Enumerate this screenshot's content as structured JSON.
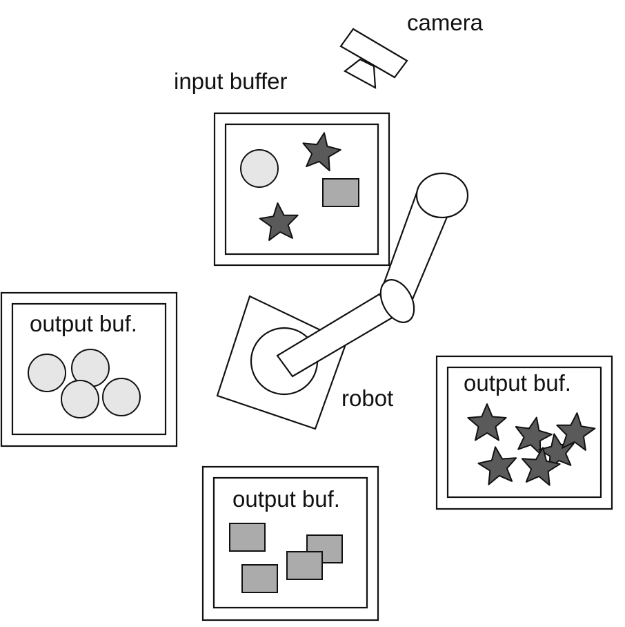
{
  "labels": {
    "camera": "camera",
    "input_buffer": "input buffer",
    "robot": "robot",
    "output_left": "output buf.",
    "output_right": "output buf.",
    "output_bottom": "output buf."
  },
  "colors": {
    "stroke": "#111111",
    "circle_fill": "#e6e6e6",
    "star_fill": "#5a5a5a",
    "square_fill": "#ababab",
    "background": "#ffffff"
  },
  "icons": {
    "camera": "camera-icon",
    "robot": "robot-arm-icon",
    "circle_part": "circle-part-icon",
    "star_part": "star-part-icon",
    "square_part": "square-part-icon"
  }
}
